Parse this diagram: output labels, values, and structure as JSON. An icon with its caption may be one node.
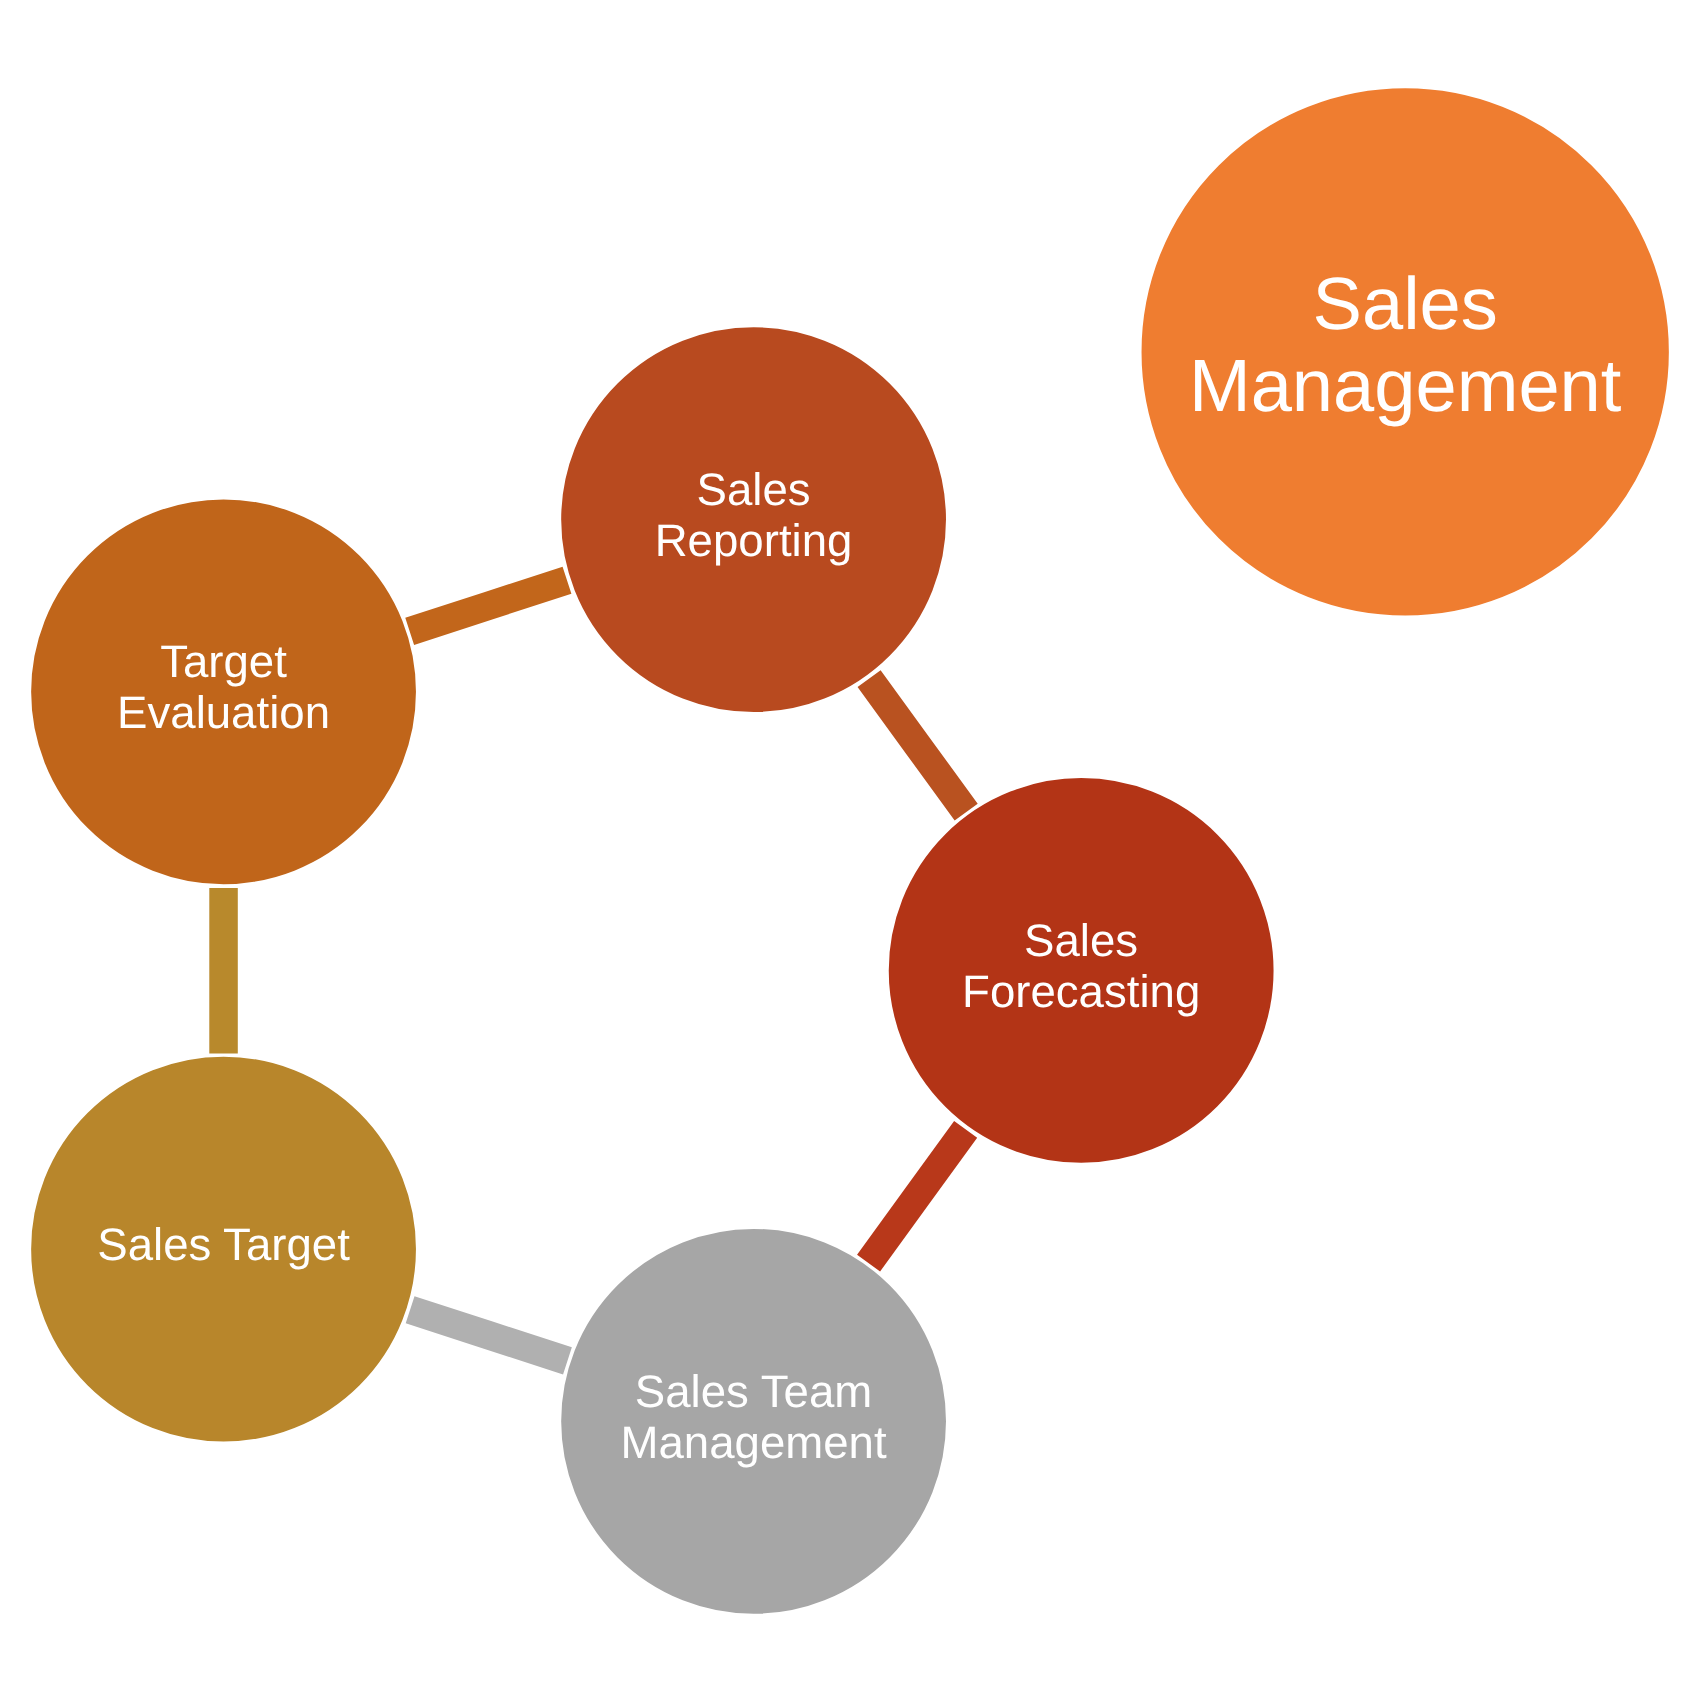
{
  "diagram": {
    "nodes": [
      {
        "text": [
          "Sales Management"
        ]
      },
      {
        "text": [
          "Sales Team Management"
        ]
      },
      {
        "text": [
          "Sales Target"
        ]
      },
      {
        "text": [
          "Target Evaluation"
        ]
      },
      {
        "text": [
          "Sales Reporting"
        ]
      },
      {
        "text": [
          "Sales Forecasting"
        ]
      }
    ],
    "edges": [
      {
        "from": 1,
        "to": 2,
        "arrow": "none",
        "color": "#b0b0b0"
      },
      {
        "from": 2,
        "to": 3,
        "arrow": "none",
        "color": "#b8892c"
      },
      {
        "from": 3,
        "to": 4,
        "arrow": "none",
        "color": "#c2661b"
      },
      {
        "from": 4,
        "to": 5,
        "arrow": "none",
        "color": "#b95220"
      },
      {
        "from": 5,
        "to": 1,
        "arrow": "none",
        "color": "#b8381a"
      }
    ]
  }
}
